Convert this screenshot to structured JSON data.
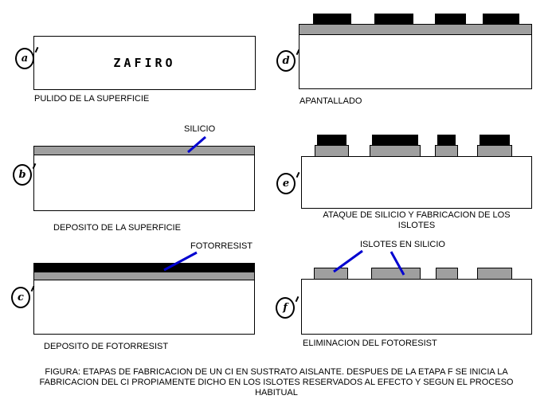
{
  "colors": {
    "silicon": "#9f9f9f",
    "photoresist": "#000000",
    "arrow": "#0000d0",
    "outline": "#000000",
    "background": "#ffffff"
  },
  "panels": [
    {
      "letter": "a",
      "substrate_label": "ZAFIRO",
      "caption_lines": [
        "PULIDO DE LA SUPERFICIE"
      ]
    },
    {
      "letter": "b",
      "layer_label": "SILICIO",
      "caption_lines": [
        "DEPOSITO DE LA SUPERFICIE"
      ]
    },
    {
      "letter": "c",
      "layer_label": "FOTORRESIST",
      "caption_lines": [
        "DEPOSITO DE FOTORRESIST"
      ]
    },
    {
      "letter": "d",
      "caption_lines": [
        "APANTALLADO"
      ]
    },
    {
      "letter": "e",
      "caption_lines": [
        "ATAQUE DE SILICIO Y FABRICACION DE LOS",
        "ISLOTES"
      ]
    },
    {
      "letter": "f",
      "layer_label": "ISLOTES EN SILICIO",
      "caption_lines": [
        "ELIMINACION DEL FOTORESIST"
      ]
    }
  ],
  "figure_caption_lines": [
    "FIGURA: ETAPAS DE FABRICACION DE UN CI EN SUSTRATO AISLANTE. DESPUES DE LA ETAPA F SE INICIA LA",
    "FABRICACION DEL CI PROPIAMENTE DICHO EN LOS ISLOTES RESERVADOS AL EFECTO Y SEGUN EL PROCESO",
    "HABITUAL"
  ]
}
